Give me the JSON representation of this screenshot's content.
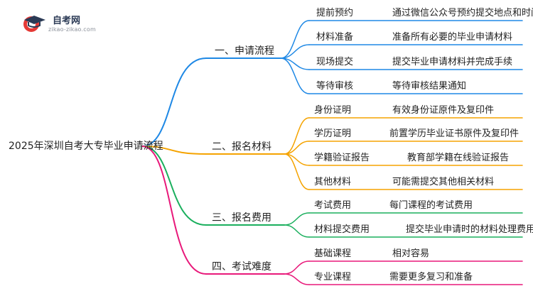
{
  "logo": {
    "title": "自考网",
    "url": "zikao-zikao.com"
  },
  "mindmap": {
    "root": "2025年深圳自考大专毕业申请流程",
    "branches": [
      {
        "label": "一、申请流程",
        "color": "#1e88e5",
        "items": [
          {
            "leaf": "提前预约",
            "desc": "通过微信公众号预约提交地点和时间"
          },
          {
            "leaf": "材料准备",
            "desc": "准备所有必要的毕业申请材料"
          },
          {
            "leaf": "现场提交",
            "desc": "提交毕业申请材料并完成手续"
          },
          {
            "leaf": "等待审核",
            "desc": "等待审核结果通知"
          }
        ]
      },
      {
        "label": "二、报名材料",
        "color": "#f5a300",
        "items": [
          {
            "leaf": "身份证明",
            "desc": "有效身份证原件及复印件"
          },
          {
            "leaf": "学历证明",
            "desc": "前置学历毕业证书原件及复印件"
          },
          {
            "leaf": "学籍验证报告",
            "desc": "教育部学籍在线验证报告"
          },
          {
            "leaf": "其他材料",
            "desc": "可能需提交其他相关材料"
          }
        ]
      },
      {
        "label": "三、报名费用",
        "color": "#1aaf5d",
        "items": [
          {
            "leaf": "考试费用",
            "desc": "每门课程的考试费用"
          },
          {
            "leaf": "材料提交费用",
            "desc": "提交毕业申请时的材料处理费用"
          }
        ]
      },
      {
        "label": "四、考试难度",
        "color": "#e8197a",
        "items": [
          {
            "leaf": "基础课程",
            "desc": "相对容易"
          },
          {
            "leaf": "专业课程",
            "desc": "需要更多复习和准备"
          }
        ]
      }
    ]
  }
}
